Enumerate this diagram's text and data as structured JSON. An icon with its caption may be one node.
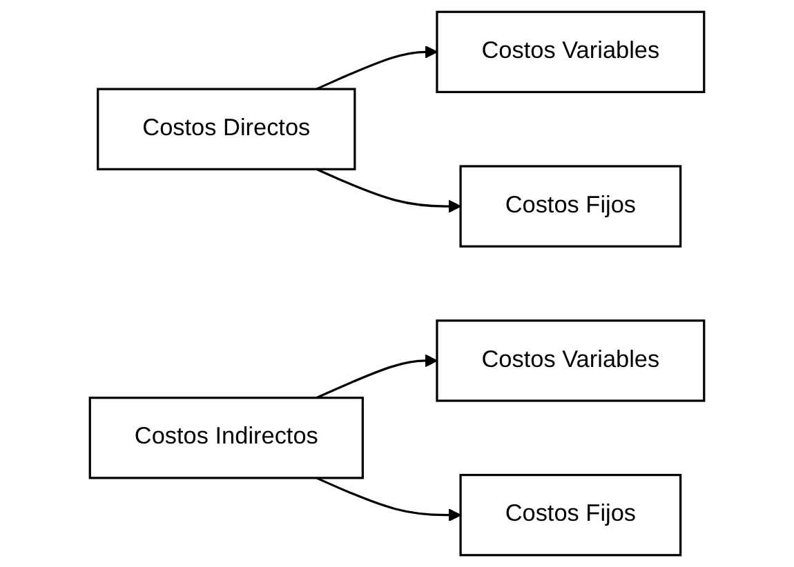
{
  "diagram": {
    "nodes": [
      {
        "text": [
          "Costos Directos"
        ]
      },
      {
        "text": [
          "Costos Variables"
        ]
      },
      {
        "text": [
          "Costos Fijos"
        ]
      },
      {
        "text": [
          "Costos Indirectos"
        ]
      },
      {
        "text": [
          "Costos Variables"
        ]
      },
      {
        "text": [
          "Costos Fijos"
        ]
      }
    ],
    "edges": [
      {
        "from": 0,
        "to": 1,
        "arrow": "to"
      },
      {
        "from": 0,
        "to": 2,
        "arrow": "to"
      },
      {
        "from": 3,
        "to": 4,
        "arrow": "to"
      },
      {
        "from": 3,
        "to": 5,
        "arrow": "to"
      }
    ]
  }
}
